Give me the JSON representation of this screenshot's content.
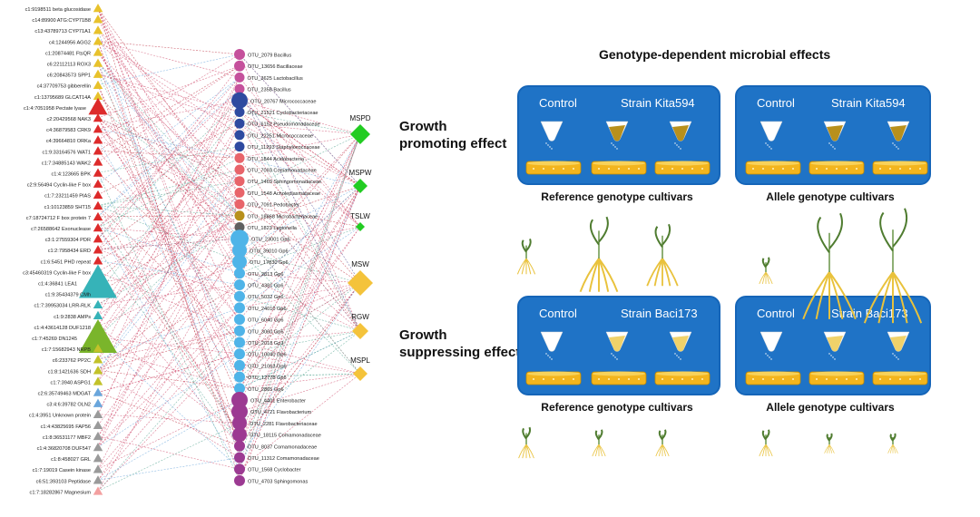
{
  "title": "Genotype-dependent microbial effects",
  "sections": [
    {
      "label_line1": "Growth",
      "label_line2": "promoting effect",
      "boxes": [
        {
          "control": "Control",
          "strain": "Strain Kita594",
          "caption": "Reference genotype cultivars"
        },
        {
          "control": "Control",
          "strain": "Strain Kita594",
          "caption": "Allele genotype cultivars"
        }
      ]
    },
    {
      "label_line1": "Growth",
      "label_line2": "suppressing effect",
      "boxes": [
        {
          "control": "Control",
          "strain": "Strain Baci173",
          "caption": "Reference genotype cultivars"
        },
        {
          "control": "Control",
          "strain": "Strain Baci173",
          "caption": "Allele genotype cultivars"
        }
      ]
    }
  ],
  "network": {
    "genes": [
      "c1:9198511 beta glucosidase",
      "c14:89900 ATG:CYP71B8",
      "c13:43789713 CYP71A1",
      "c4:1244956 AGG2",
      "c1:20874481 FtsQR",
      "c6:22112113 ROX3",
      "c6:20843573 SPP1",
      "c4:37709753 gibberellin",
      "c1:13795689 GLCAT14A",
      "c1:4:7051958 Pectate lyase",
      "c2:20429568 NAK3",
      "c4:36879583 CRK9",
      "c4:39664810 ORKa",
      "c1:9:33164576 WAT1",
      "c1:7:34885143 WAK2",
      "c1:4:123665 BPK",
      "c2:9:56494 Cyclin-like F box",
      "c1:7:23211459 PIAS",
      "c1:10123859 SHT15",
      "c7:18724712 F box protein 7",
      "c7:26588642 Exonuclease",
      "c3:1:27559304 PDR",
      "c1:2:7958434 ERD",
      "c1:6:5451 PHD repeat",
      "c3:45460319 Cyclin-like F box",
      "c1:4:36841 LEA1",
      "c1:9:35434379 CMh",
      "c1:7:39953034 LRR-RLK",
      "c1:9:2838 AMPs",
      "c1:4:43614128 DUF1218",
      "c1:7:45269 DN1245",
      "c1:7:15682943 NRPB",
      "c6:233762 PP2C",
      "c1:8:1421636 SDH",
      "c1:7:3940 ASPG1",
      "c2:6:35749463 MDGAT",
      "c3:4:6:39782 OLN2",
      "c1:4:3951 Unknown protein",
      "c1:4:43825695 FAP56",
      "c1:8:36531177 MBF2",
      "c1:4:36820708 DUF547",
      "c1:8:458027 GRL",
      "c1:7:19019 Casein kinase",
      "c6:51:393103 Peptidase",
      "c1:7:18282867 Magnesium"
    ],
    "otus": [
      "OTU_2079 Bacillus",
      "OTU_13656 Bacillaceae",
      "OTU_3625 Lactobacillus",
      "OTU_2358 Bacillus",
      "OTU_20767 Micrococcaceae",
      "OTU_21521 Cyclobacteriaceae",
      "OTU_6152 Pseudomonadaceae",
      "OTU_22251 Micrococcaceae",
      "OTU_11293 Staphylococcaceae",
      "OTU_1844 Acidobacteria",
      "OTU_7093 Comamonadaceae",
      "OTU_1469 Sphingomonadaceae",
      "OTU_1548 Acholeplasmataceae",
      "OTU_7091 Pedobacter",
      "OTU_18868 Microbacteriaceae",
      "OTU_1823 Legionella",
      "OTU_23001 Gp6",
      "OTU_39010 Gp6",
      "OTU_17830 Gp6",
      "OTU_2813 Gp6",
      "OTU_4381 Gp6",
      "OTU_5032 Gp6",
      "OTU_24010 Gp6",
      "OTU_6040 Gp6",
      "OTU_3060 Gp6",
      "OTU_2018 Gp3",
      "OTU_10040 Gp6",
      "OTU_21063 Gp6",
      "OTU_12778 Gp6",
      "OTU_2865 Gp6",
      "OTU_4401 Enterobacter",
      "OTU_4721 Flavobacterium",
      "OTU_2281 Flavobacteriaceae",
      "OTU_18115 Comamonadaceae",
      "OTU_8037 Comamonadaceae",
      "OTU_11312 Comamonadaceae",
      "OTU_1568 Cyclobacter",
      "OTU_4703 Sphingomonas"
    ],
    "traits": [
      "MSPD",
      "MSPW",
      "TSLW",
      "MSW",
      "RGW",
      "MSPL"
    ]
  }
}
